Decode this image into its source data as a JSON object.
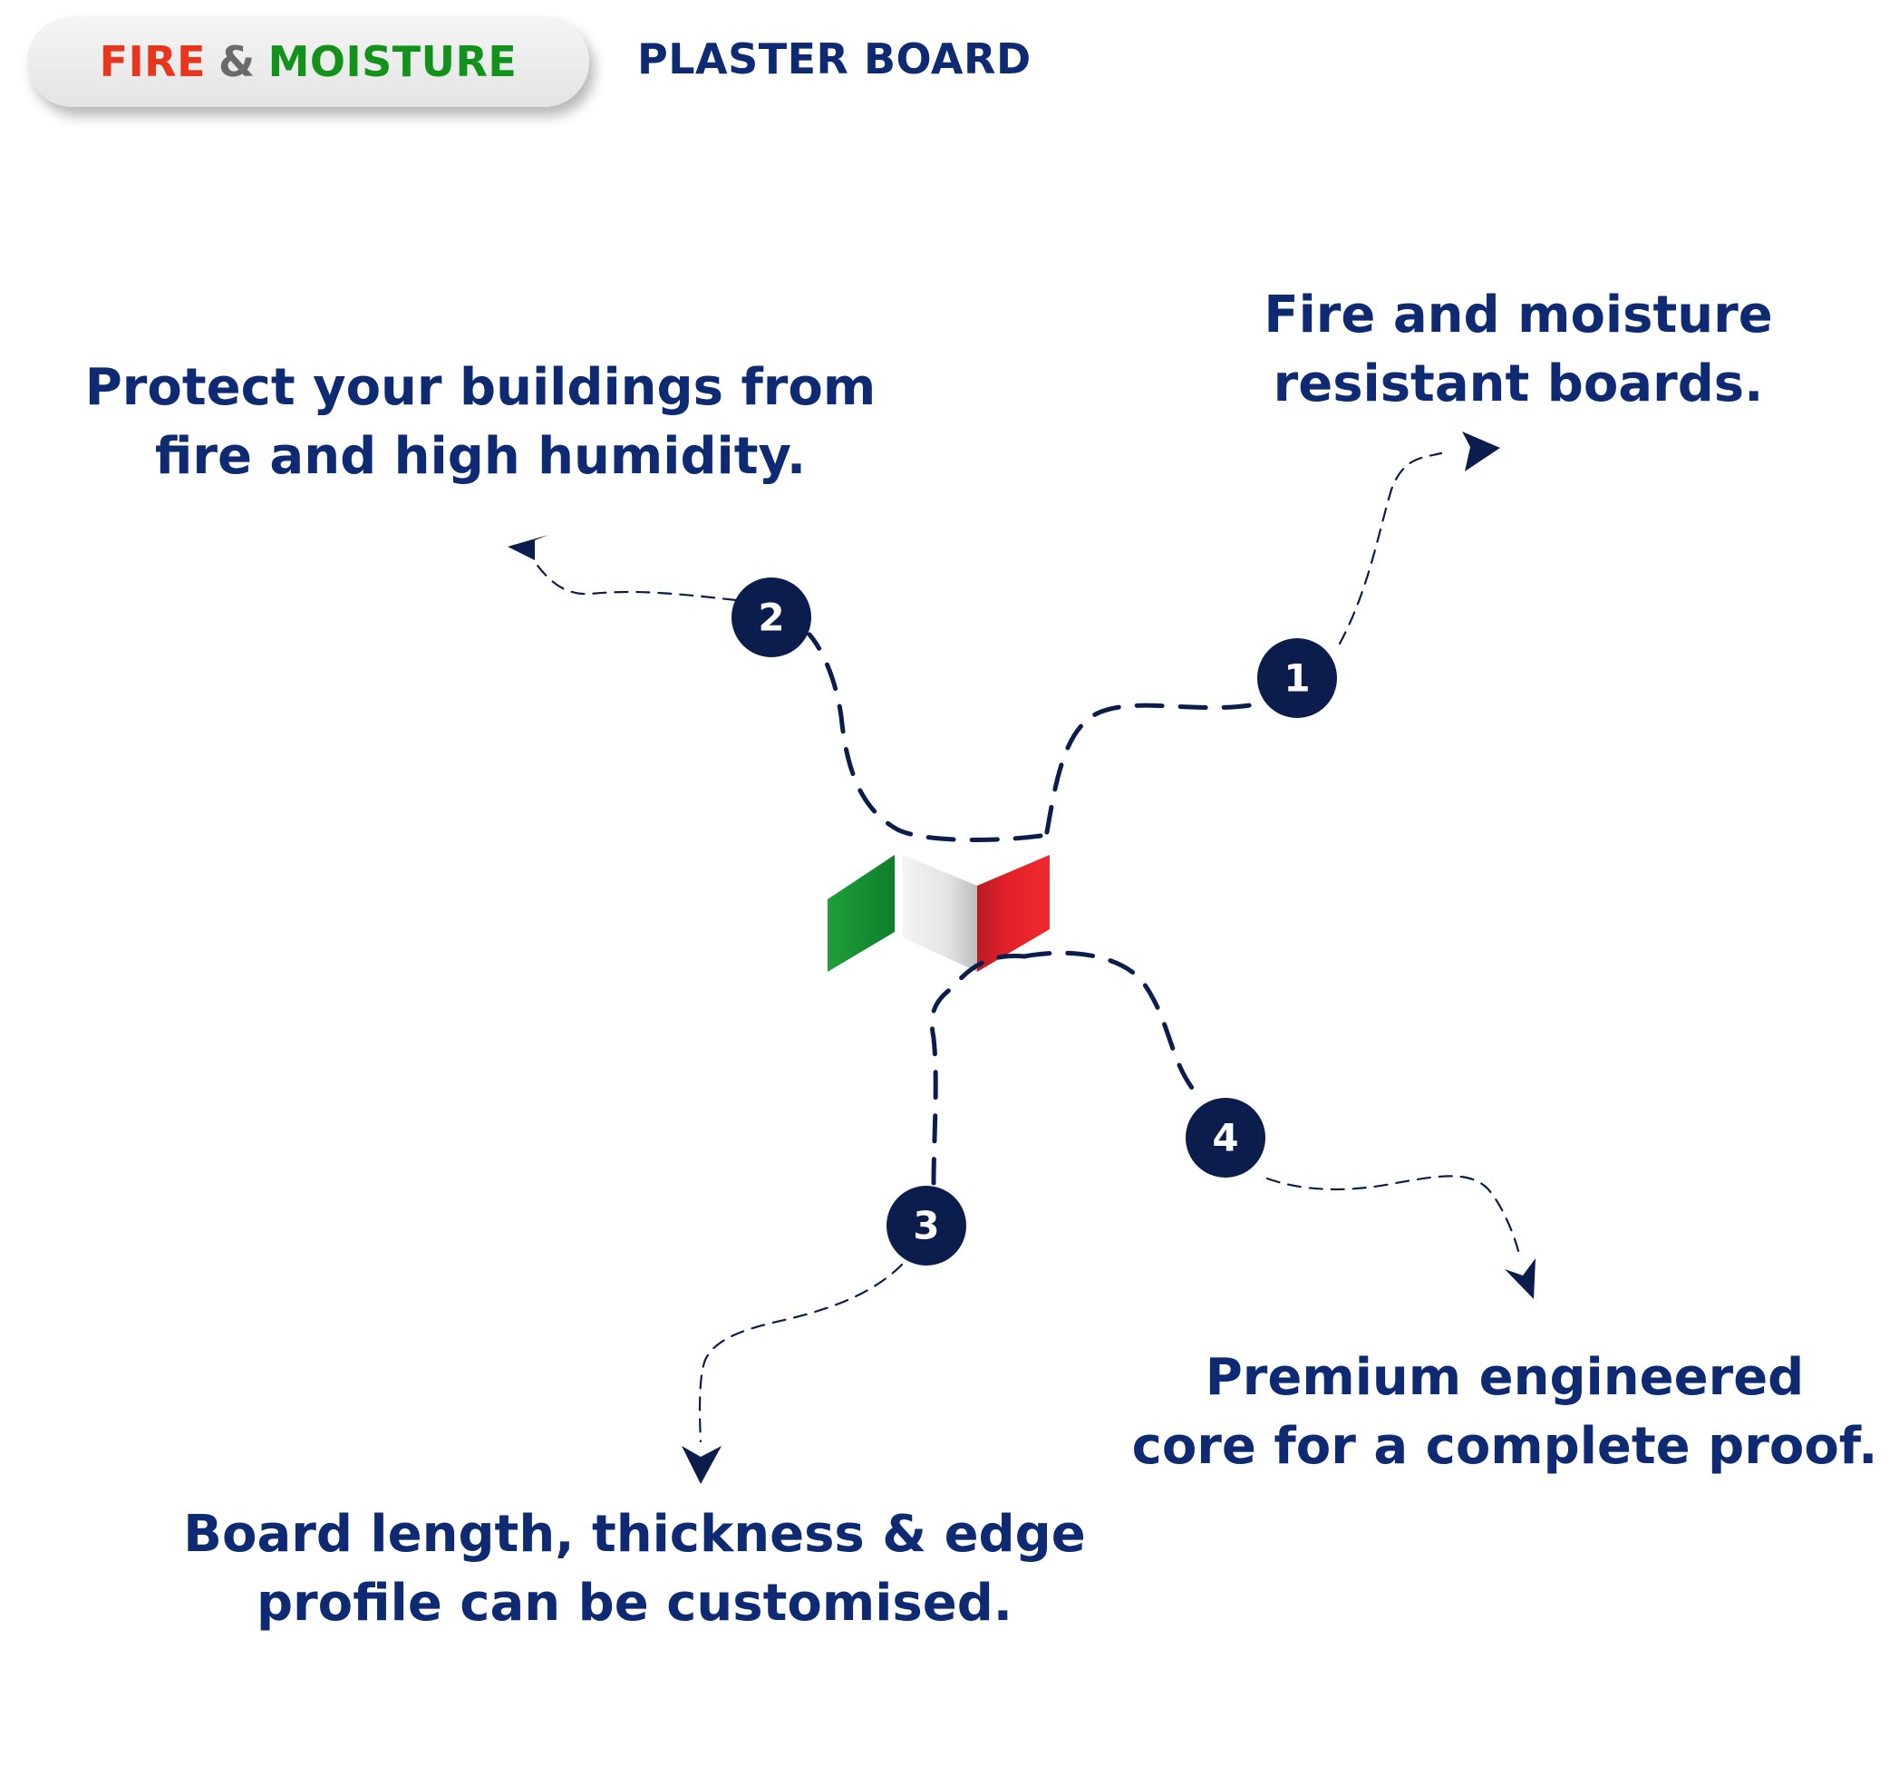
{
  "header": {
    "badge_fire": "FIRE",
    "badge_amp": "&",
    "badge_moisture": "MOISTURE",
    "title": "PLASTER BOARD",
    "colors": {
      "fire": "#e8351e",
      "moisture": "#12921a",
      "amp": "#6b6b6b",
      "navy": "#0e2a72"
    }
  },
  "center_logo": {
    "icon": "italian-flag-icon",
    "colors": [
      "#12921a",
      "#e6e6e6",
      "#e32028"
    ]
  },
  "features": [
    {
      "number": "1",
      "lines": [
        "Fire and moisture",
        "resistant boards."
      ]
    },
    {
      "number": "2",
      "lines": [
        "Protect your buildings from",
        "fire and high humidity."
      ]
    },
    {
      "number": "3",
      "lines": [
        "Board length, thickness & edge",
        "profile can be customised."
      ]
    },
    {
      "number": "4",
      "lines": [
        "Premium engineered",
        "core for a complete proof."
      ]
    }
  ]
}
